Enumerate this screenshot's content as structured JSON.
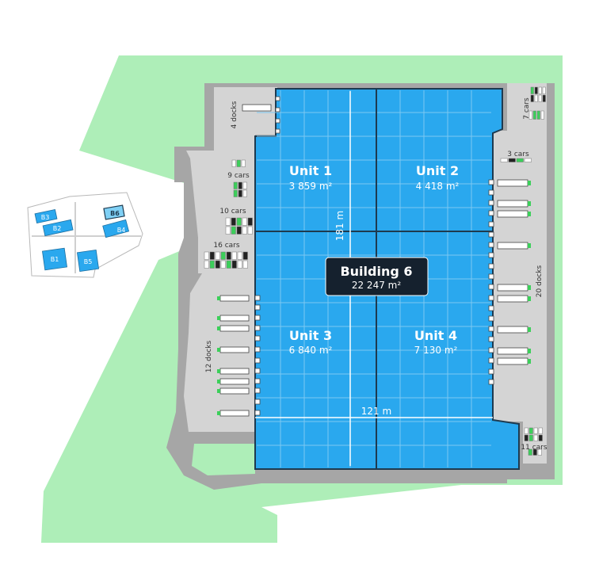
{
  "building": {
    "name": "Building 6",
    "area": "22 247 m²",
    "width": "121 m",
    "length": "181 m"
  },
  "units": [
    {
      "name": "Unit 1",
      "area": "3 859 m²"
    },
    {
      "name": "Unit 2",
      "area": "4 418 m²"
    },
    {
      "name": "Unit 3",
      "area": "6 840 m²"
    },
    {
      "name": "Unit 4",
      "area": "7 130 m²"
    }
  ],
  "docks": {
    "top": "4 docks",
    "left": "12 docks",
    "right": "20 docks"
  },
  "parking": {
    "p7": "7 cars",
    "p3": "3 cars",
    "p9": "9 cars",
    "p10": "10 cars",
    "p16": "16 cars",
    "p11": "11 cars"
  },
  "minimap": {
    "buildings": [
      "B3",
      "B2",
      "B6",
      "B4",
      "B1",
      "B5"
    ],
    "highlight": "B6"
  },
  "colors": {
    "grass": "#aeeeb8",
    "road": "#a6a6a6",
    "apron": "#d4d4d4",
    "building": "#2aa8ee",
    "outline": "#1e3a4f",
    "label_bg": "#15212e",
    "accent_green": "#3ccf5a"
  }
}
